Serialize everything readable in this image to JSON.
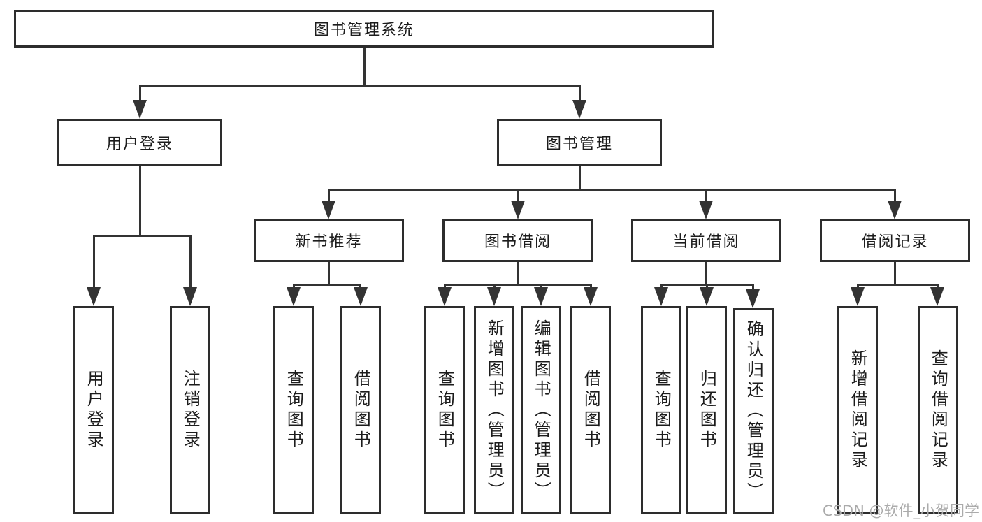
{
  "diagram": {
    "root": {
      "label": "图书管理系统"
    },
    "level2": {
      "user_login": {
        "label": "用户登录",
        "children": [
          "用户登录",
          "注销登录"
        ]
      },
      "book_mgmt": {
        "label": "图书管理",
        "sections": {
          "new_book_rec": {
            "label": "新书推荐",
            "children": [
              "查询图书",
              "借阅图书"
            ]
          },
          "book_borrow": {
            "label": "图书借阅",
            "children": [
              "查询图书",
              "新增图书（管理员）",
              "编辑图书（管理员）",
              "借阅图书"
            ]
          },
          "current_borrow": {
            "label": "当前借阅",
            "children": [
              "查询图书",
              "归还图书",
              "确认归还（管理员）"
            ]
          },
          "borrow_records": {
            "label": "借阅记录",
            "children": [
              "新增借阅记录",
              "查询借阅记录"
            ]
          }
        }
      }
    }
  },
  "watermark": {
    "text": "CSDN @软件_小贺同学"
  },
  "colors": {
    "line": "#333333",
    "box_border": "#2d2d2d",
    "text": "#1c1c1c",
    "watermark": "#ababab",
    "background": "#ffffff"
  }
}
